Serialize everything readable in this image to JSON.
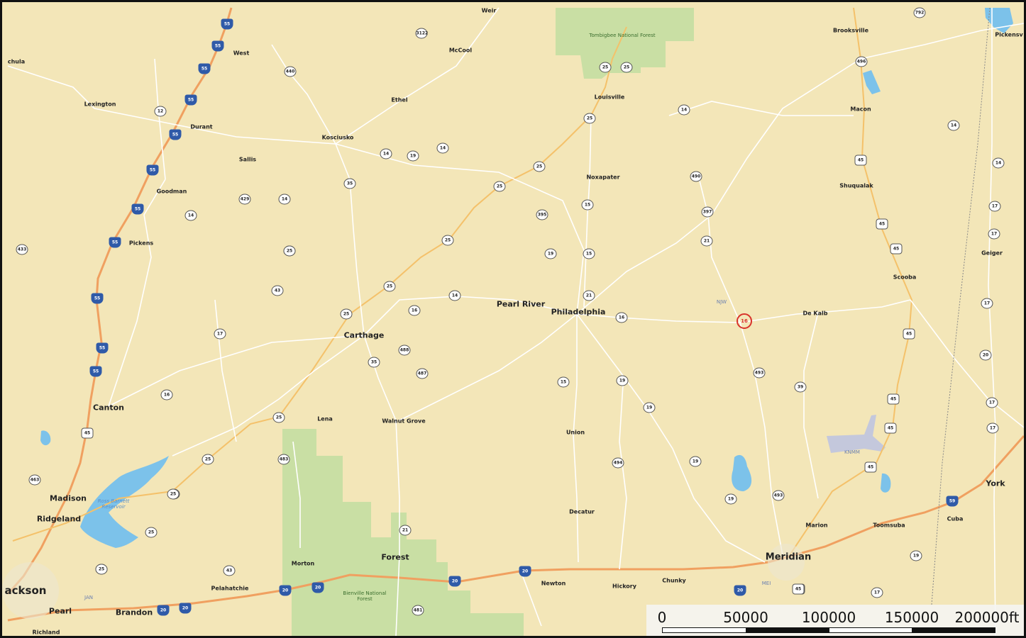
{
  "map": {
    "colors": {
      "land": "#f3e6b8",
      "forest": "#c9dfa4",
      "water": "#7cc2ea",
      "interstate": "#f0a060",
      "major_road": "#f4c16a",
      "minor_road": "#ffffff",
      "marker": "#d8322a"
    },
    "towns": {
      "jackson": "ackson",
      "pearl": "Pearl",
      "brandon": "Brandon",
      "richland": "Richland",
      "madison": "Madison",
      "ridgeland": "Ridgeland",
      "canton": "Canton",
      "carthage": "Carthage",
      "philadelphia": "Philadelphia",
      "pearl_river": "Pearl River",
      "meridian": "Meridian",
      "forest": "Forest",
      "york": "York",
      "weir": "Weir",
      "west": "West",
      "mccool": "McCool",
      "lexington": "Lexington",
      "durant": "Durant",
      "kosciusko": "Kosciusko",
      "ethel": "Ethel",
      "louisville": "Louisville",
      "salis": "Sallis",
      "goodman": "Goodman",
      "pickens": "Pickens",
      "noxapater": "Noxapater",
      "brooksville": "Brooksville",
      "macon": "Macon",
      "shuqualak": "Shuqualak",
      "geiger": "Geiger",
      "scooba": "Scooba",
      "de_kalb": "De Kalb",
      "lena": "Lena",
      "walnut_grove": "Walnut Grove",
      "union": "Union",
      "decatur": "Decatur",
      "morton": "Morton",
      "pelahatchie": "Pelahatchie",
      "newton": "Newton",
      "hickory": "Hickory",
      "chunky": "Chunky",
      "marion": "Marion",
      "toomsuba": "Toomsuba",
      "cuba": "Cuba",
      "pickensville": "Pickensv",
      "chula": "chula"
    },
    "areas": {
      "tombigbee": "Tombigbee National Forest",
      "bienville": "Bienville National Forest",
      "reservoir": "Ross Barnett Reservoir",
      "njw": "NJW",
      "knmm": "KNMM",
      "jan": "JAN",
      "mei": "MEI"
    },
    "marker_label": "16"
  },
  "shields": [
    {
      "n": "55",
      "t": "i"
    },
    {
      "n": "55",
      "t": "i"
    },
    {
      "n": "55",
      "t": "i"
    },
    {
      "n": "55",
      "t": "i"
    },
    {
      "n": "55",
      "t": "i"
    },
    {
      "n": "55",
      "t": "i"
    },
    {
      "n": "55",
      "t": "i"
    },
    {
      "n": "55",
      "t": "i"
    },
    {
      "n": "55",
      "t": "i"
    },
    {
      "n": "55",
      "t": "i"
    },
    {
      "n": "55",
      "t": "i"
    },
    {
      "n": "20",
      "t": "i"
    },
    {
      "n": "20",
      "t": "i"
    },
    {
      "n": "20",
      "t": "i"
    },
    {
      "n": "20",
      "t": "i"
    },
    {
      "n": "20",
      "t": "i"
    },
    {
      "n": "20",
      "t": "i"
    },
    {
      "n": "20",
      "t": "i"
    },
    {
      "n": "59",
      "t": "i"
    },
    {
      "n": "3122",
      "t": "s"
    },
    {
      "n": "440",
      "t": "s"
    },
    {
      "n": "12",
      "t": "s"
    },
    {
      "n": "14",
      "t": "s"
    },
    {
      "n": "19",
      "t": "s"
    },
    {
      "n": "14",
      "t": "s"
    },
    {
      "n": "35",
      "t": "s"
    },
    {
      "n": "429",
      "t": "s"
    },
    {
      "n": "14",
      "t": "s"
    },
    {
      "n": "14",
      "t": "s"
    },
    {
      "n": "25",
      "t": "s"
    },
    {
      "n": "25",
      "t": "s"
    },
    {
      "n": "25",
      "t": "s"
    },
    {
      "n": "25",
      "t": "s"
    },
    {
      "n": "14",
      "t": "s"
    },
    {
      "n": "25",
      "t": "s"
    },
    {
      "n": "25",
      "t": "s"
    },
    {
      "n": "490",
      "t": "s"
    },
    {
      "n": "395",
      "t": "s"
    },
    {
      "n": "15",
      "t": "s"
    },
    {
      "n": "397",
      "t": "s"
    },
    {
      "n": "19",
      "t": "s"
    },
    {
      "n": "15",
      "t": "s"
    },
    {
      "n": "21",
      "t": "s"
    },
    {
      "n": "429",
      "t": "s"
    },
    {
      "n": "43",
      "t": "s"
    },
    {
      "n": "25",
      "t": "s"
    },
    {
      "n": "14",
      "t": "s"
    },
    {
      "n": "16",
      "t": "s"
    },
    {
      "n": "25",
      "t": "s"
    },
    {
      "n": "21",
      "t": "s"
    },
    {
      "n": "16",
      "t": "s"
    },
    {
      "n": "488",
      "t": "s"
    },
    {
      "n": "35",
      "t": "s"
    },
    {
      "n": "487",
      "t": "s"
    },
    {
      "n": "17",
      "t": "s"
    },
    {
      "n": "15",
      "t": "s"
    },
    {
      "n": "19",
      "t": "s"
    },
    {
      "n": "19",
      "t": "s"
    },
    {
      "n": "493",
      "t": "s"
    },
    {
      "n": "39",
      "t": "s"
    },
    {
      "n": "16",
      "t": "s"
    },
    {
      "n": "25",
      "t": "s"
    },
    {
      "n": "483",
      "t": "s"
    },
    {
      "n": "25",
      "t": "s"
    },
    {
      "n": "494",
      "t": "s"
    },
    {
      "n": "19",
      "t": "s"
    },
    {
      "n": "19",
      "t": "s"
    },
    {
      "n": "493",
      "t": "s"
    },
    {
      "n": "25",
      "t": "s"
    },
    {
      "n": "25",
      "t": "s"
    },
    {
      "n": "21",
      "t": "s"
    },
    {
      "n": "43",
      "t": "s"
    },
    {
      "n": "25",
      "t": "s"
    },
    {
      "n": "481",
      "t": "s"
    },
    {
      "n": "463",
      "t": "s"
    },
    {
      "n": "433",
      "t": "s"
    },
    {
      "n": "14",
      "t": "s"
    },
    {
      "n": "14",
      "t": "s"
    },
    {
      "n": "792",
      "t": "s"
    },
    {
      "n": "17",
      "t": "s"
    },
    {
      "n": "17",
      "t": "s"
    },
    {
      "n": "17",
      "t": "s"
    },
    {
      "n": "17",
      "t": "s"
    },
    {
      "n": "20",
      "t": "s"
    },
    {
      "n": "17",
      "t": "s"
    },
    {
      "n": "17",
      "t": "s"
    },
    {
      "n": "19",
      "t": "s"
    },
    {
      "n": "496",
      "t": "s"
    },
    {
      "n": "45",
      "t": "us"
    },
    {
      "n": "45",
      "t": "us"
    },
    {
      "n": "45",
      "t": "us"
    },
    {
      "n": "45",
      "t": "us"
    },
    {
      "n": "45",
      "t": "us"
    },
    {
      "n": "45",
      "t": "us"
    },
    {
      "n": "45",
      "t": "us"
    },
    {
      "n": "45",
      "t": "us"
    },
    {
      "n": "45",
      "t": "us"
    },
    {
      "n": "45",
      "t": "us"
    },
    {
      "n": "25",
      "t": "s"
    },
    {
      "n": "25",
      "t": "s"
    },
    {
      "n": "25",
      "t": "s"
    },
    {
      "n": "429",
      "t": "s"
    }
  ],
  "scale_bar": {
    "labels": [
      "0",
      "50000",
      "100000",
      "150000",
      "200000ft"
    ]
  }
}
